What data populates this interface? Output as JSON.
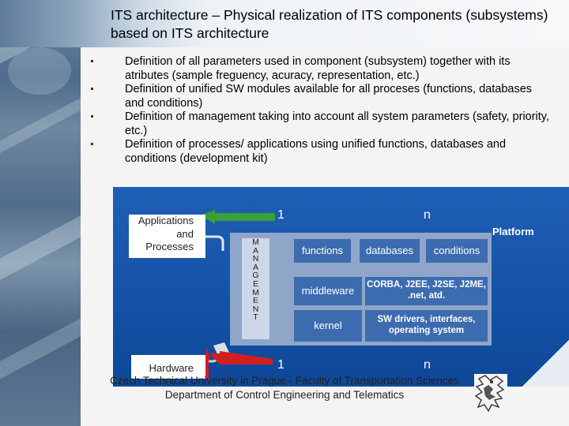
{
  "slide": {
    "title": "ITS architecture – Physical realization of ITS components (subsystems) based on ITS architecture",
    "bullets": [
      "Definition of all parameters used in component (subsystem) together with its atributes (sample freguency, acuracy, representation, etc.)",
      "Definition of unified SW modules available for all proceses (functions, databases and conditions)",
      "Definition of management taking into account all system parameters (safety, priority, etc.)",
      "Definition of processes/ applications using unified functions, databases and conditions (development kit)"
    ]
  },
  "diagram": {
    "apps_label": [
      "Applications",
      "and",
      "Processes"
    ],
    "hardware_label": "Hardware",
    "top_one": "1",
    "top_n": "n",
    "bottom_one": "1",
    "bottom_n": "n",
    "platform_label": "Platform",
    "management_letters": [
      "M",
      "A",
      "N",
      "A",
      "G",
      "E",
      "M",
      "E",
      "N",
      "T"
    ],
    "functions": "functions",
    "databases": "databases",
    "conditions": "conditions",
    "middleware": "middleware",
    "middleware_desc": "CORBA, J2EE, J2SE, J2ME, .net, atd.",
    "kernel": "kernel",
    "kernel_desc": "SW drivers, interfaces, operating system",
    "colors": {
      "arrow_green": "#3a9e3a",
      "arrow_red": "#d11f1f",
      "diagram_bg": "#1a57ad"
    }
  },
  "footer": {
    "line1": "Czech Technical University in Prague - Faculty of Transportation Sciences",
    "line2": "Department of Control Engineering and Telematics",
    "logo_icon": "ctu-lion-logo-icon"
  }
}
